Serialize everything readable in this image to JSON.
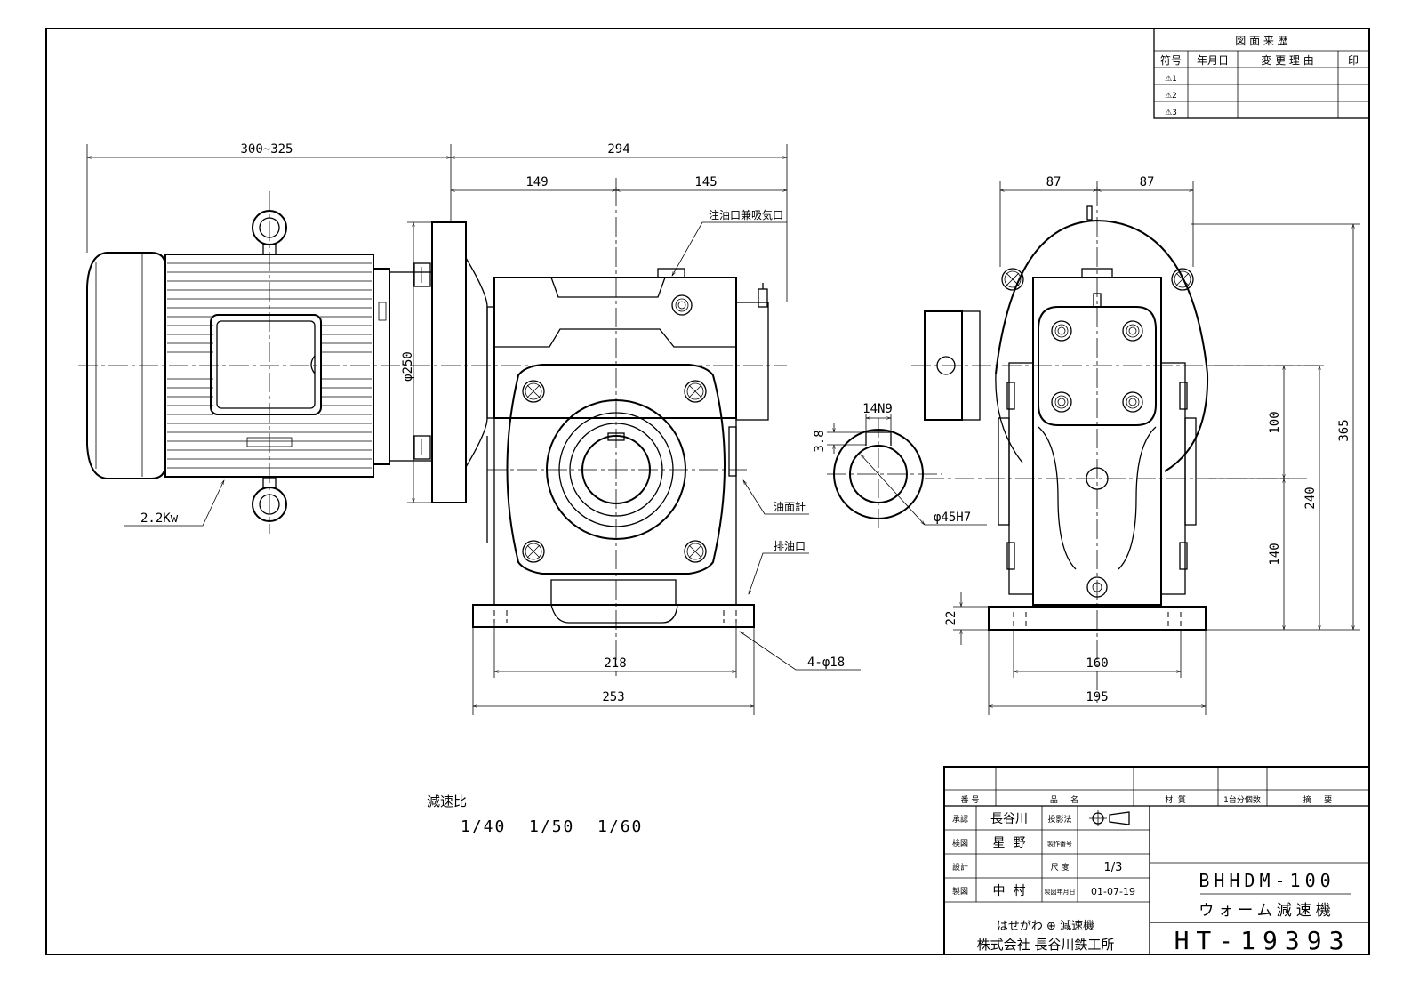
{
  "revision_table": {
    "title": "図 面 来 歴",
    "headers": [
      "符号",
      "年月日",
      "変 更 理 由",
      "印"
    ],
    "marks": [
      "⚠1",
      "⚠2",
      "⚠3"
    ]
  },
  "dimensions": {
    "motor_length": "300~325",
    "total_gear": "294",
    "left_half": "149",
    "right_half": "145",
    "side_left": "87",
    "side_right": "87",
    "flange_dia": "φ250",
    "key_width": "14N9",
    "key_depth": "3.8",
    "bore": "φ45H7",
    "base_inner": "218",
    "base_outer": "253",
    "bolt_holes": "4-φ18",
    "side_base_inner": "160",
    "side_base_outer": "195",
    "h100": "100",
    "h140": "140",
    "h240": "240",
    "h365": "365",
    "h22": "22"
  },
  "notes": {
    "motor_power": "2.2Kw",
    "oil_inlet": "注油口兼吸気口",
    "oil_gauge": "油面計",
    "oil_drain": "排油口"
  },
  "ratio": {
    "label": "減速比",
    "values": "1/40  1/50  1/60"
  },
  "title_block": {
    "h_number": "番 号",
    "h_name": "品     名",
    "h_material": "材  質",
    "h_qty": "1台分個数",
    "h_remark": "摘     要",
    "approve_label": "承認",
    "approve_name": "長谷川",
    "check_label": "検図",
    "check_name": "星  野",
    "design_label": "設計",
    "draw_label": "製図",
    "draw_name": "中  村",
    "proj_label": "投影法",
    "prod_label": "製作番号",
    "scale_label": "尺 度",
    "scale_value": "1/3",
    "date_label": "製図年月日",
    "date_value": "01-07-19",
    "model": "BHHDM-100",
    "product": "ウォーム減速機",
    "brand_line": "はせがわ ⊕ 減速機",
    "company": "株式会社 長谷川鉄工所",
    "drawing_no": "HT-19393"
  }
}
